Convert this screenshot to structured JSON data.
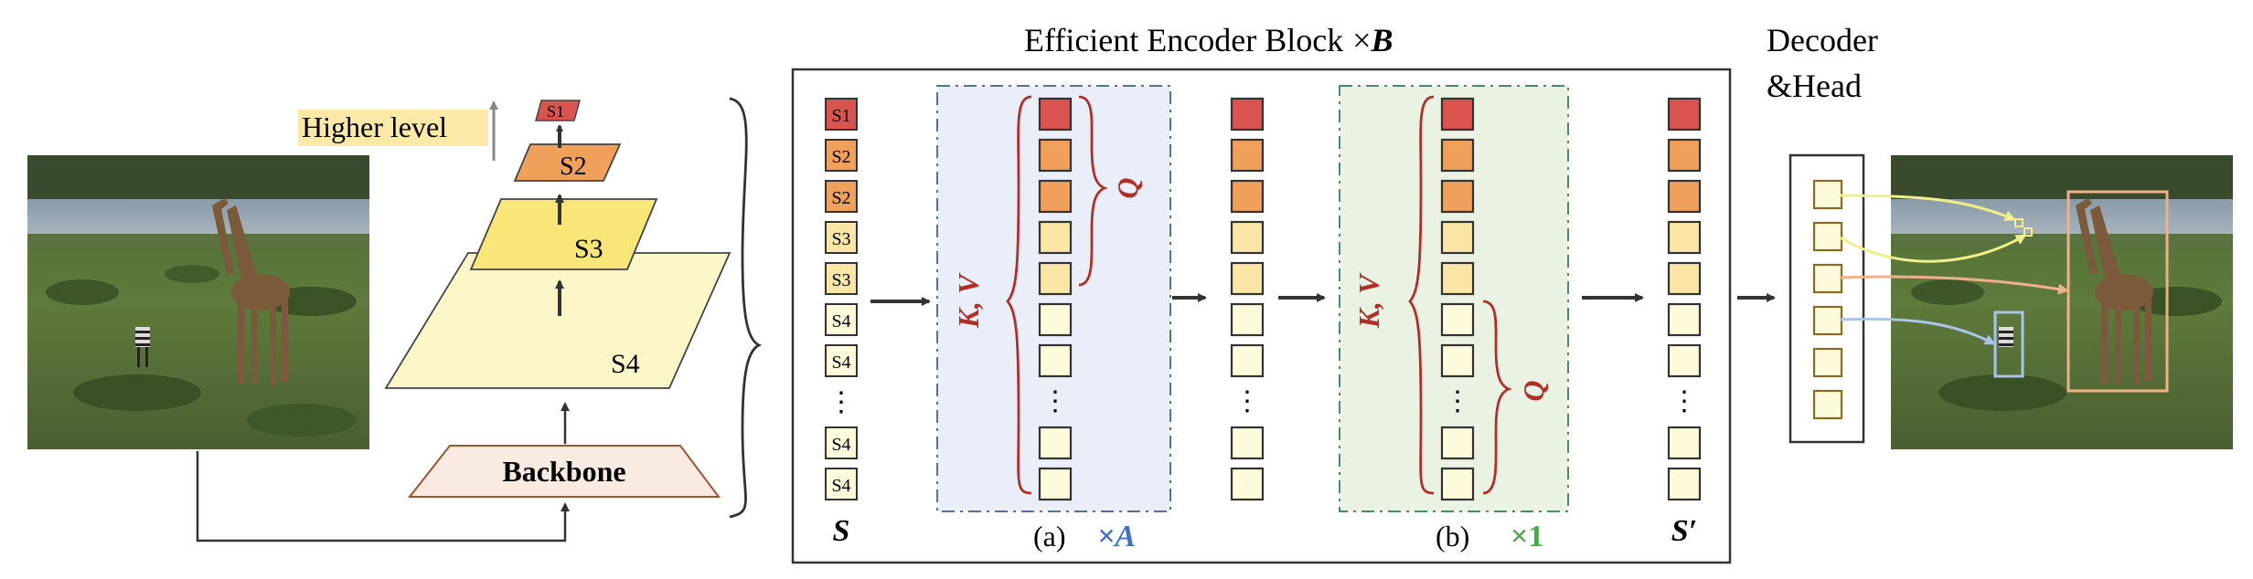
{
  "title": "Efficient Encoder Block",
  "title_times": "×",
  "title_var": "B",
  "decoder_label_line1": "Decoder",
  "decoder_label_line2": "&Head",
  "higher_level_label": "Higher level",
  "pyramid_labels": {
    "s1": "S1",
    "s2": "S2",
    "s3": "S3",
    "s4": "S4"
  },
  "backbone_label": "Backbone",
  "input_tokens": [
    "S1",
    "S2",
    "S2",
    "S3",
    "S3",
    "S4",
    "S4",
    "⋮",
    "S4",
    "S4"
  ],
  "token_colors": {
    "s1": "#d9534f",
    "s2": "#f0a05a",
    "s3": "#fbe6a8",
    "s4": "#fdfbdc"
  },
  "s_label": "S",
  "s_prime_label": "S′",
  "ellipsis": "⋮",
  "panel_a": {
    "caption": "(a)",
    "mult": "×A",
    "kv": "K, V",
    "q": "Q",
    "bg": "#e9eef8",
    "border": "#5a6f9a"
  },
  "panel_b": {
    "caption": "(b)",
    "mult": "×1",
    "kv": "K, V",
    "q": "Q",
    "bg": "#eaf2e3",
    "border": "#4e8a68"
  },
  "colors": {
    "kvq": "#b03028",
    "mult_a": "#3f6fc9",
    "mult_b": "#4aa64a"
  }
}
